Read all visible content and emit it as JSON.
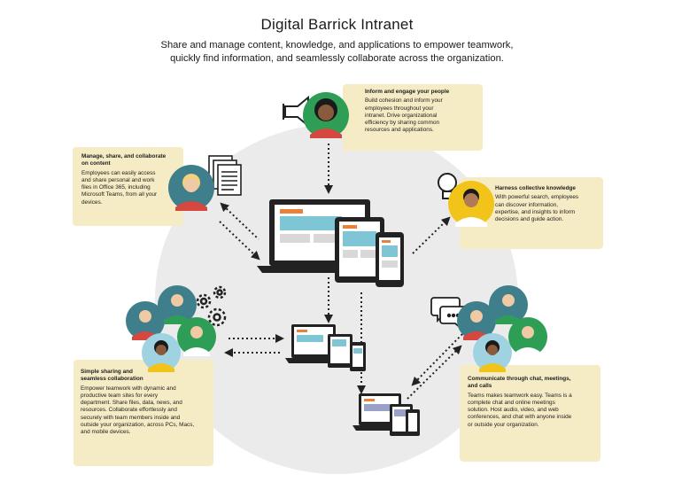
{
  "header": {
    "title": "Digital Barrick Intranet",
    "subtitle_line1": "Share and manage content, knowledge, and applications to empower teamwork,",
    "subtitle_line2": "quickly find information, and seamlessly collaborate across the organization."
  },
  "cards": {
    "inform": {
      "heading": "Inform and engage your people",
      "lines": [
        "Build cohesion and inform your",
        "employees throughout your",
        "intranet. Drive organizational",
        "efficiency by sharing common",
        "resources and applications."
      ]
    },
    "manage": {
      "heading_lines": [
        "Manage, share, and collaborate",
        "on content"
      ],
      "lines": [
        "Employees can easily access",
        "and share personal and work",
        "files in Office 365, including",
        "Microsoft Teams, from all your",
        "devices."
      ]
    },
    "harness": {
      "heading": "Harness collective knowledge",
      "lines": [
        "With powerful search, employees",
        "can discover information,",
        "expertise, and insights to inform",
        "decisions and guide action."
      ]
    },
    "simple": {
      "heading_lines": [
        "Simple sharing and",
        "seamless collaboration"
      ],
      "lines": [
        "Empower teamwork with dynamic and",
        "productive team sites for every",
        "department. Share files, data, news, and",
        "resources. Collaborate effortlessly and",
        "securely with team members inside and",
        "outside your organization, across PCs, Macs,",
        "and mobile devices."
      ]
    },
    "communicate": {
      "heading_lines": [
        "Communicate through chat, meetings,",
        "and calls"
      ],
      "lines": [
        "Teams makes teamwork easy. Teams is a",
        "complete chat and online meetings",
        "solution. Host audio, video, and web",
        "conferences, and chat with anyone inside",
        "or outside your organization."
      ]
    }
  },
  "colors": {
    "card_bg": "#f5ebc4",
    "circle_bg": "#ebebec",
    "accent_orange": "#e8823a",
    "accent_blue": "#7ec6d6",
    "avatar_green": "#2e9e57",
    "avatar_teal": "#3f7f8c",
    "avatar_yellow": "#f2c318",
    "avatar_lightblue": "#9fd3e2"
  },
  "icons": [
    "megaphone-icon",
    "documents-icon",
    "lightbulb-icon",
    "gears-icon",
    "chat-bubbles-icon",
    "laptop-icon",
    "tablet-icon",
    "phone-icon"
  ]
}
